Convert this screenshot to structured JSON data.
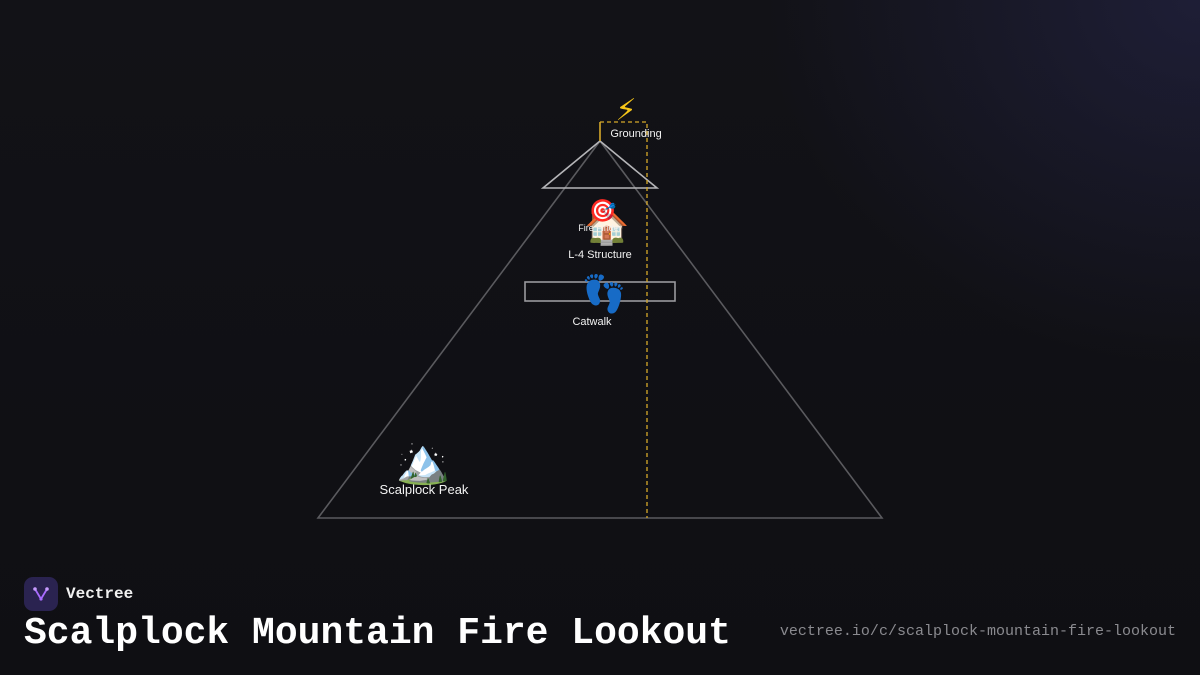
{
  "brand": {
    "name": "Vectree",
    "accent": "#a86bff"
  },
  "title": "Scalplock Mountain Fire Lookout",
  "url": "vectree.io/c/scalplock-mountain-fire-lookout",
  "diagram": {
    "nodes": {
      "grounding": {
        "label": "Grounding",
        "icon": "lightning-icon",
        "glyph": "⚡"
      },
      "fire_finder": {
        "label": "Fire Finder",
        "icon": "target-icon",
        "glyph": "🎯"
      },
      "structure": {
        "label": "L-4 Structure",
        "icon": "house-icon",
        "glyph": "🏠"
      },
      "catwalk": {
        "label": "Catwalk",
        "icon": "footprints-icon",
        "glyph": "👣"
      },
      "peak": {
        "label": "Scalplock Peak",
        "icon": "mountain-icon",
        "glyph": "🏔️"
      }
    },
    "colors": {
      "outline": "#5a5a5e",
      "roof": "#b5b5b8",
      "catwalk": "#9a9a9e",
      "ground_wire": "#d6a92a",
      "text": "#f2f2f2"
    }
  }
}
